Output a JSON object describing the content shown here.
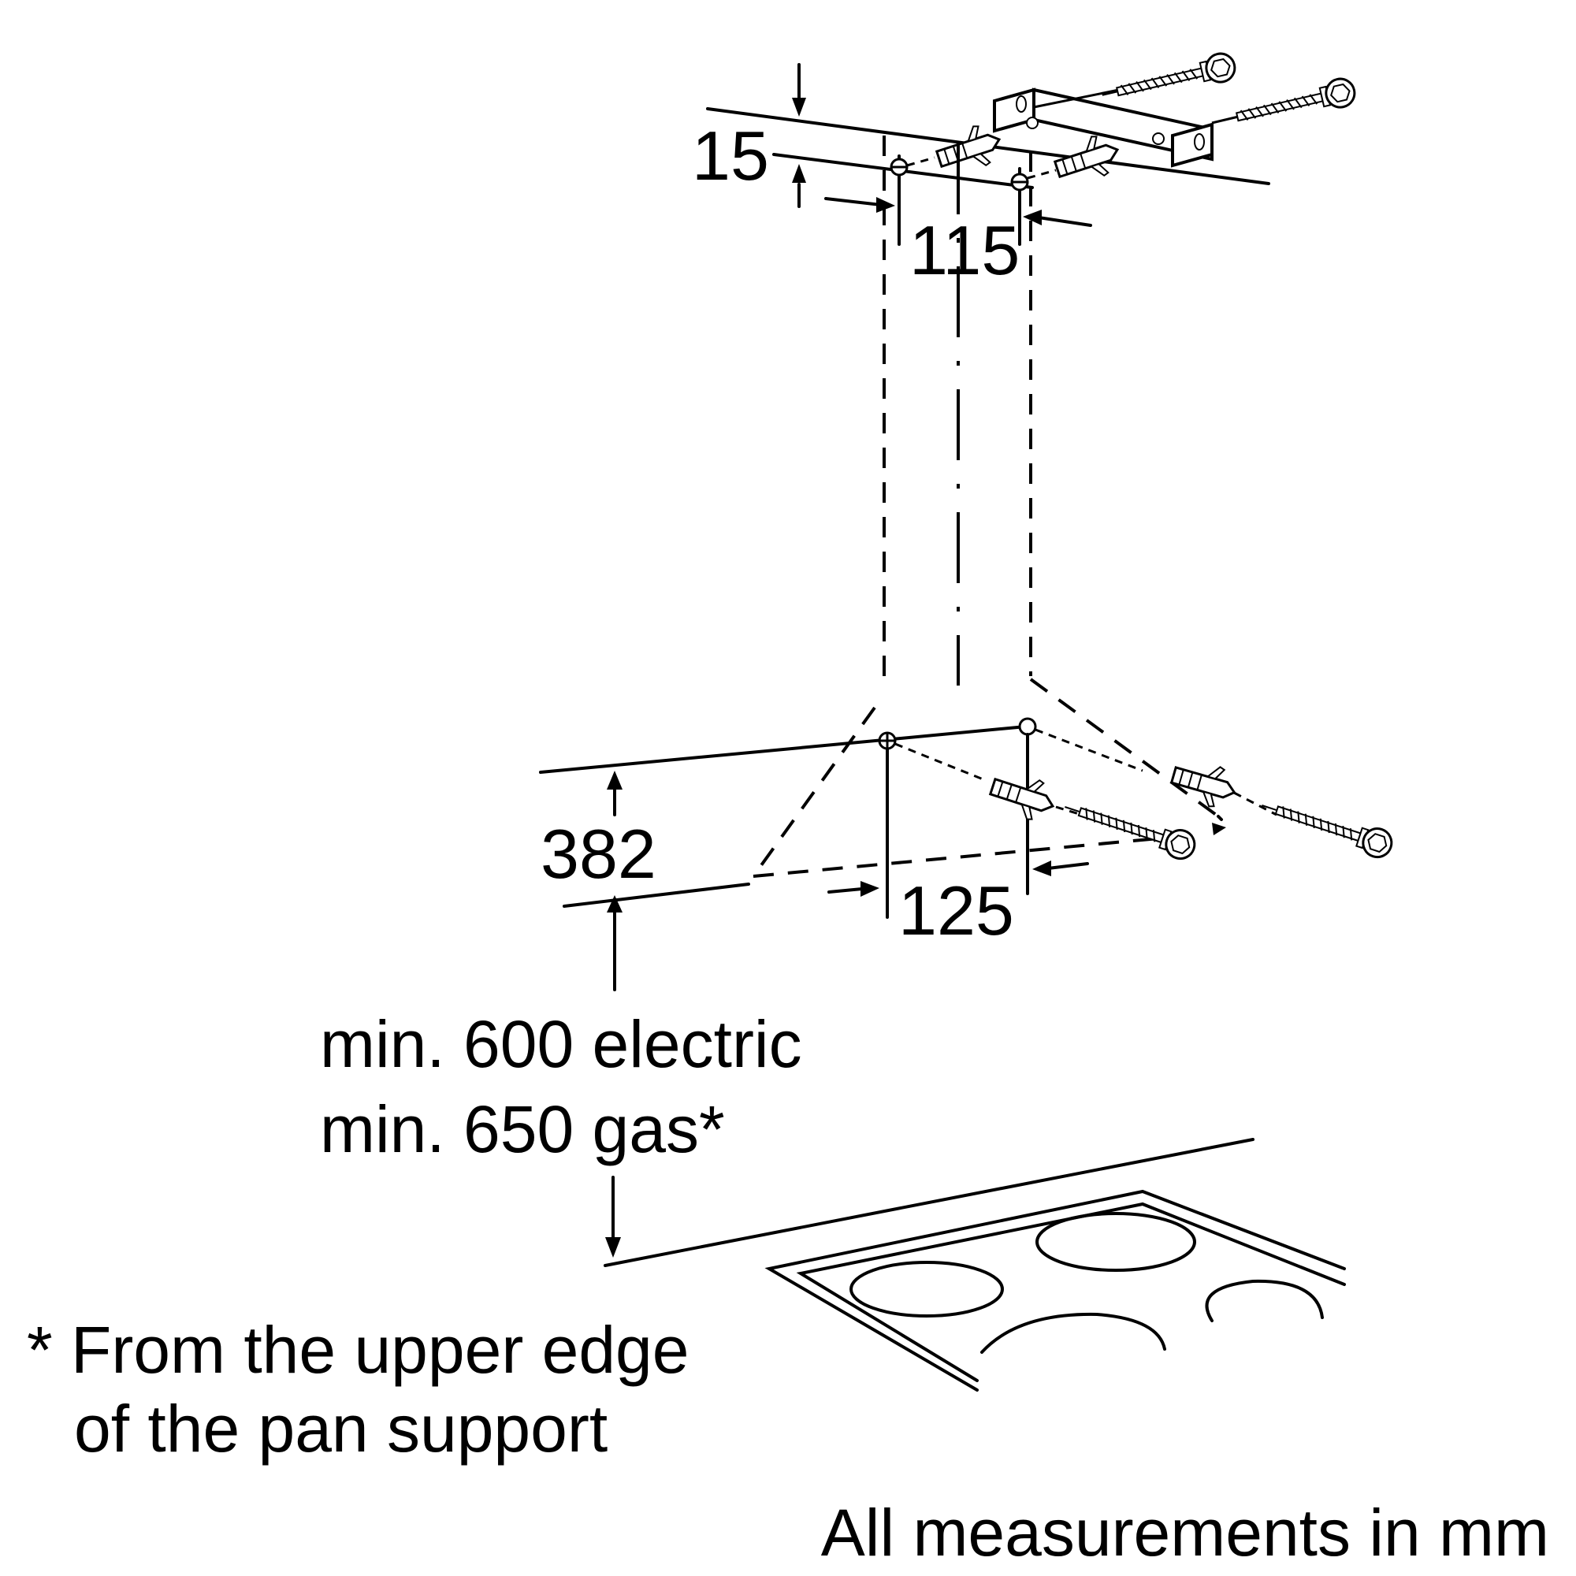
{
  "dimensions": {
    "ceiling_offset": "15",
    "top_hole_spacing": "115",
    "hood_height": "382",
    "bottom_hole_spacing": "125"
  },
  "clearance": {
    "electric": "min. 600 electric",
    "gas": "min. 650 gas*"
  },
  "footnote": {
    "line1": "* From the upper edge",
    "line2": "of the pan support"
  },
  "units_note": "All measurements in mm",
  "icons": [
    "wall-plug-icon",
    "screw-icon",
    "mounting-bracket-icon",
    "cooktop-icon"
  ]
}
